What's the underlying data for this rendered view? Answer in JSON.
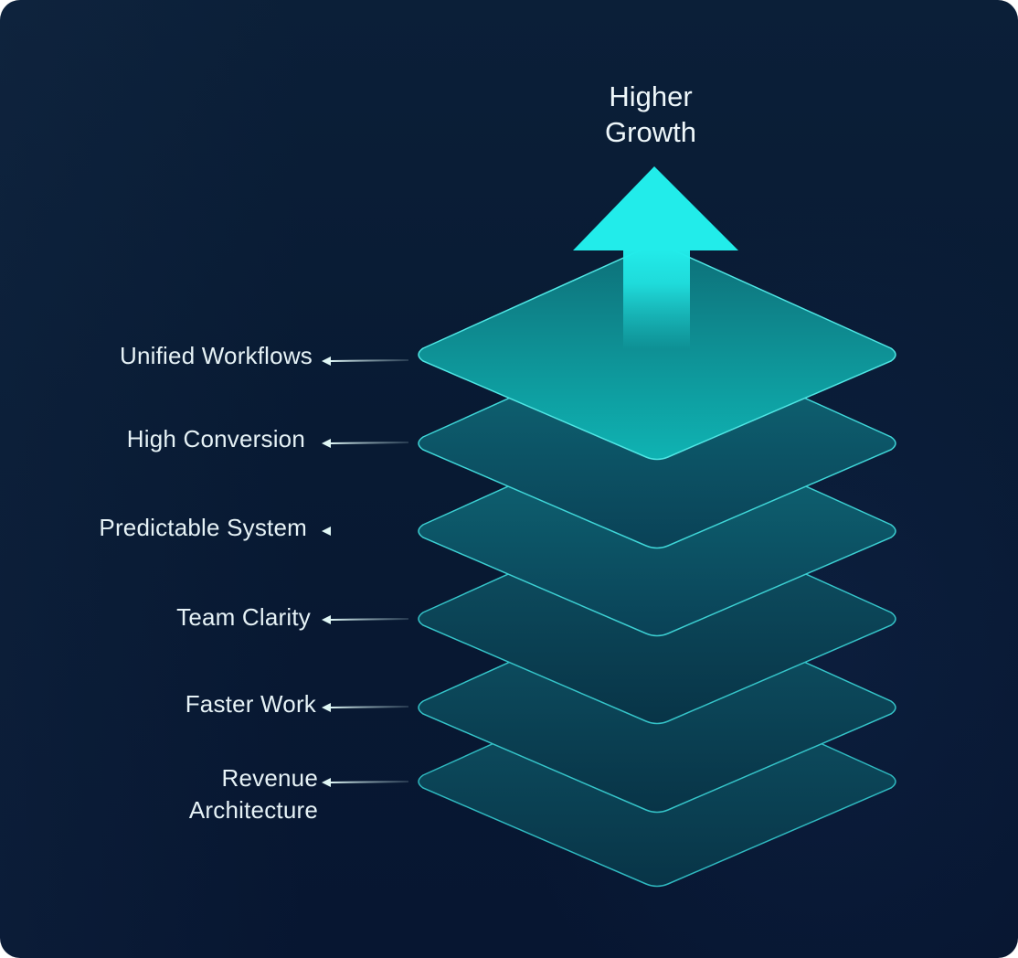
{
  "title": {
    "line1": "Higher",
    "line2": "Growth"
  },
  "layers": [
    {
      "label": "Unified Workflows"
    },
    {
      "label": "High Conversion"
    },
    {
      "label": "Predictable System"
    },
    {
      "label": "Team Clarity"
    },
    {
      "label": "Faster Work"
    },
    {
      "label": "Revenue Architecture",
      "line1": "Revenue",
      "line2": "Architecture"
    }
  ],
  "colors": {
    "background": "#081a33",
    "accent": "#22e8e8",
    "layer_top": "#0e9a9e",
    "layer_fill": "#0c5566",
    "layer_edge": "#3fd6d8",
    "label_text": "#e6f2f6"
  },
  "icons": [
    "up-arrow-icon",
    "left-arrow-icon"
  ]
}
